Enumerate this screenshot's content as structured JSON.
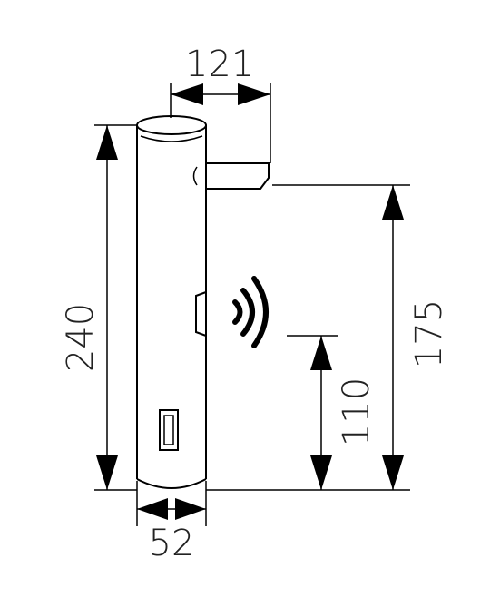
{
  "dimensions": {
    "spout_reach": "121",
    "total_height": "240",
    "spout_height": "175",
    "sensor_height": "110",
    "body_diameter": "52"
  },
  "colors": {
    "line": "#000000",
    "text": "#222222",
    "background": "#ffffff"
  }
}
